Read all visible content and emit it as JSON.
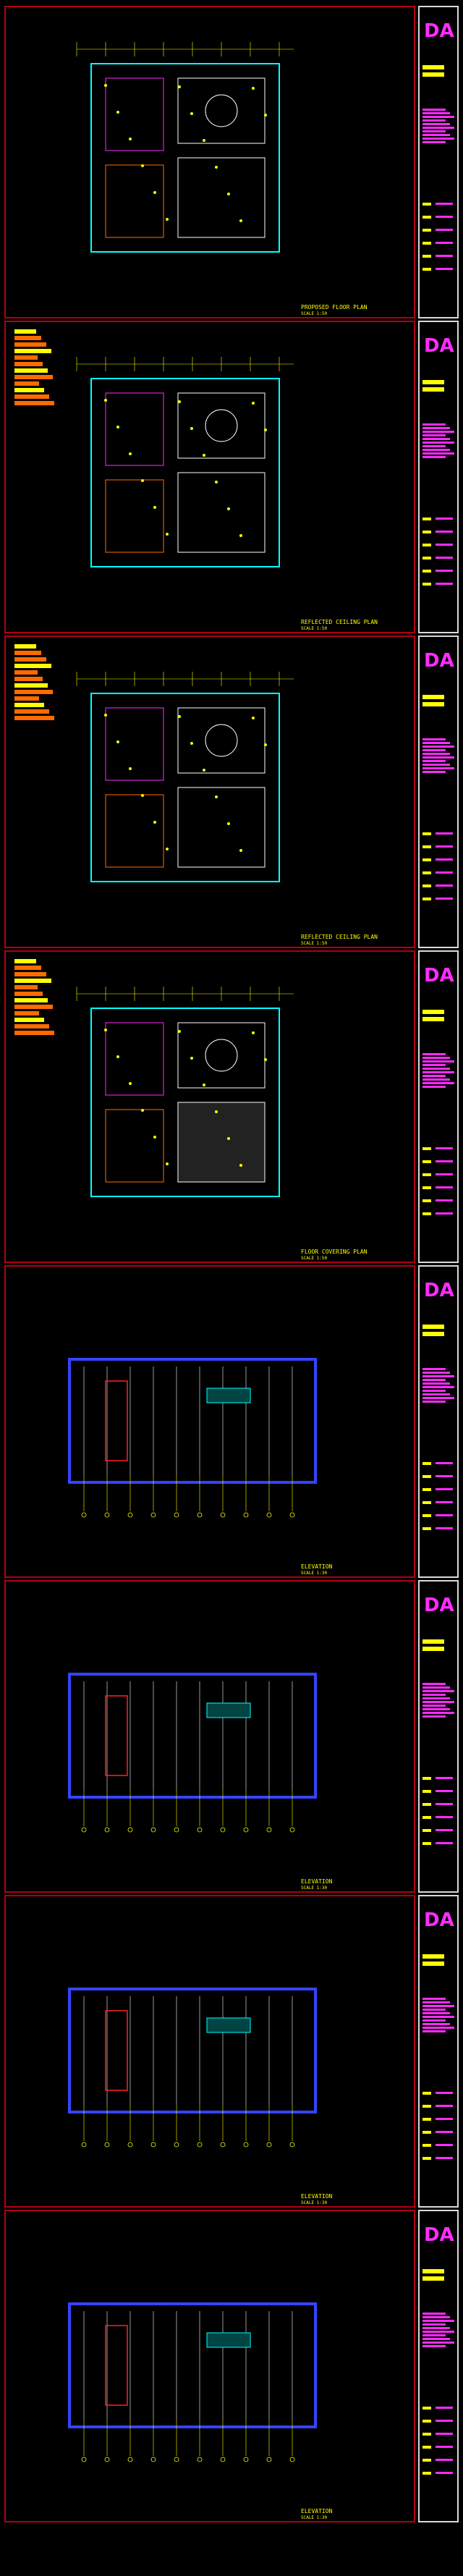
{
  "sheets": [
    {
      "caption": "PROPOSED FLOOR PLAN",
      "scale": "SCALE 1:50"
    },
    {
      "caption": "REFLECTED CEILING PLAN",
      "scale": "SCALE 1:50"
    },
    {
      "caption": "REFLECTED CEILING PLAN",
      "scale": "SCALE 1:50"
    },
    {
      "caption": "FLOOR COVERING PLAN",
      "scale": "SCALE 1:50"
    },
    {
      "caption": "ELEVATION",
      "scale": "SCALE 1:30"
    },
    {
      "caption": "ELEVATION",
      "scale": "SCALE 1:30"
    },
    {
      "caption": "ELEVATION",
      "scale": "SCALE 1:30"
    },
    {
      "caption": "ELEVATION",
      "scale": "SCALE 1:30"
    }
  ],
  "logo_text": "DA",
  "colors": {
    "border": "#b00014",
    "title": "#ffff00",
    "accent": "#ff2cff",
    "line": "#00ffff"
  }
}
